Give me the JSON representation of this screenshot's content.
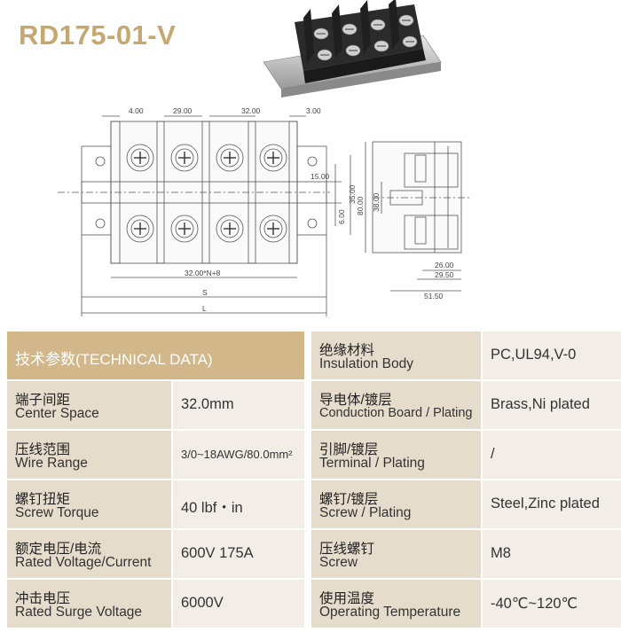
{
  "title": "RD175-01-V",
  "drawing": {
    "top_dims": [
      "4.00",
      "29.00",
      "32.00",
      "3.00"
    ],
    "right_dims": [
      "15.00",
      "35.00",
      "6.00"
    ],
    "bottom_dims": [
      "32.00*N+8",
      "S",
      "L"
    ],
    "side_dims_vertical": [
      "80.00",
      "38.00"
    ],
    "side_dims_horizontal": [
      "26.00",
      "29.50",
      "51.50"
    ]
  },
  "table": {
    "header": "技术参数(TECHNICAL DATA)",
    "rows": [
      {
        "zh": "绝缘材料",
        "en": "Insulation Body",
        "value": "PC,UL94,V-0"
      },
      {
        "zh": "端子间距",
        "en": "Center Space",
        "value": "32.0mm"
      },
      {
        "zh": "导电体/镀层",
        "en": "Conduction Board / Plating",
        "value": "Brass,Ni plated"
      },
      {
        "zh": "压线范围",
        "en": "Wire Range",
        "value": "3/0~18AWG/80.0mm²"
      },
      {
        "zh": "引脚/镀层",
        "en": "Terminal / Plating",
        "value": "/"
      },
      {
        "zh": "螺钉扭矩",
        "en": "Screw Torque",
        "value": "40 lbf・in"
      },
      {
        "zh": "螺钉/镀层",
        "en": "Screw / Plating",
        "value": "Steel,Zinc plated"
      },
      {
        "zh": "额定电压/电流",
        "en": "Rated Voltage/Current",
        "value": "600V 175A"
      },
      {
        "zh": "压线螺钉",
        "en": "Screw",
        "value": "M8"
      },
      {
        "zh": "冲击电压",
        "en": "Rated Surge Voltage",
        "value": "6000V"
      },
      {
        "zh": "使用温度",
        "en": "Operating Temperature",
        "value": "-40℃~120℃"
      }
    ]
  }
}
